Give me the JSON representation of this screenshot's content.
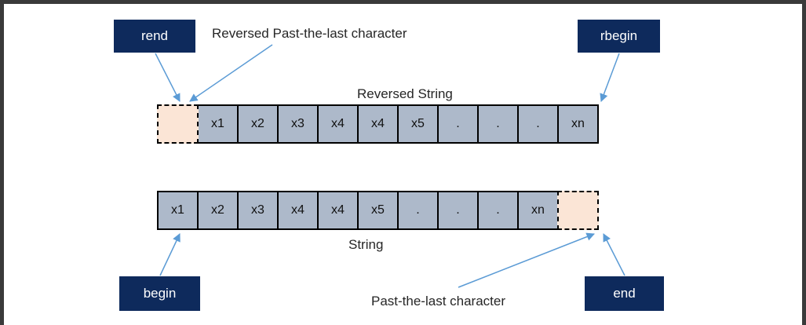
{
  "labels": {
    "rend": "rend",
    "rbegin": "rbegin",
    "begin": "begin",
    "end": "end"
  },
  "captions": {
    "reversed_past_the_last": "Reversed Past-the-last character",
    "reversed_string": "Reversed String",
    "string": "String",
    "past_the_last": "Past-the-last character"
  },
  "reversed_row": [
    "",
    "x1",
    "x2",
    "x3",
    "x4",
    "x4",
    "x5",
    ".",
    ".",
    ".",
    "xn"
  ],
  "forward_row": [
    "x1",
    "x2",
    "x3",
    "x4",
    "x4",
    "x5",
    ".",
    ".",
    ".",
    "xn",
    ""
  ],
  "colors": {
    "label_box": "#0e2a5c",
    "cell_fill": "#adb9ca",
    "ghost_fill": "#fbe5d6",
    "arrow": "#5b9bd5"
  }
}
